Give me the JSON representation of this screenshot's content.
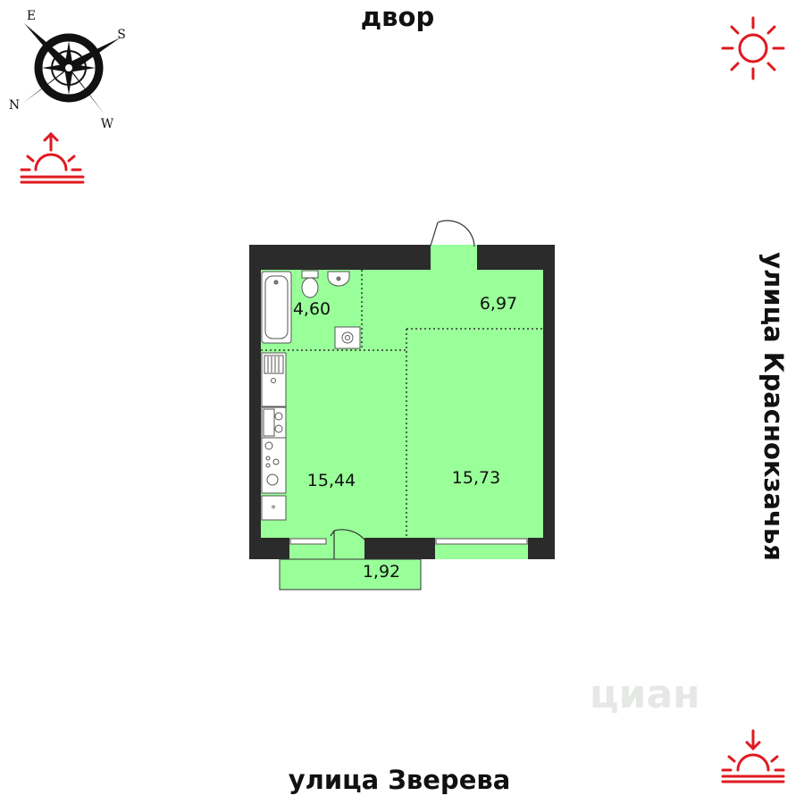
{
  "streets": {
    "top": "двор",
    "bottom": "улица Зверева",
    "right": "улица Краснокзачья"
  },
  "compass": {
    "e": "E",
    "s": "S",
    "n": "N",
    "w": "W"
  },
  "rooms": {
    "bathroom_area": "4,60",
    "hallway_area": "6,97",
    "kitchen_area": "15,44",
    "room_area": "15,73",
    "balcony_area": "1,92"
  },
  "watermark": "циан",
  "colors": {
    "floor": "#99ff99",
    "wall": "#2b2b2b",
    "sun": "#e0191f",
    "dots": "#333333"
  },
  "icons": [
    "compass-rose-icon",
    "sunrise-icon",
    "sun-icon",
    "sunset-icon"
  ]
}
